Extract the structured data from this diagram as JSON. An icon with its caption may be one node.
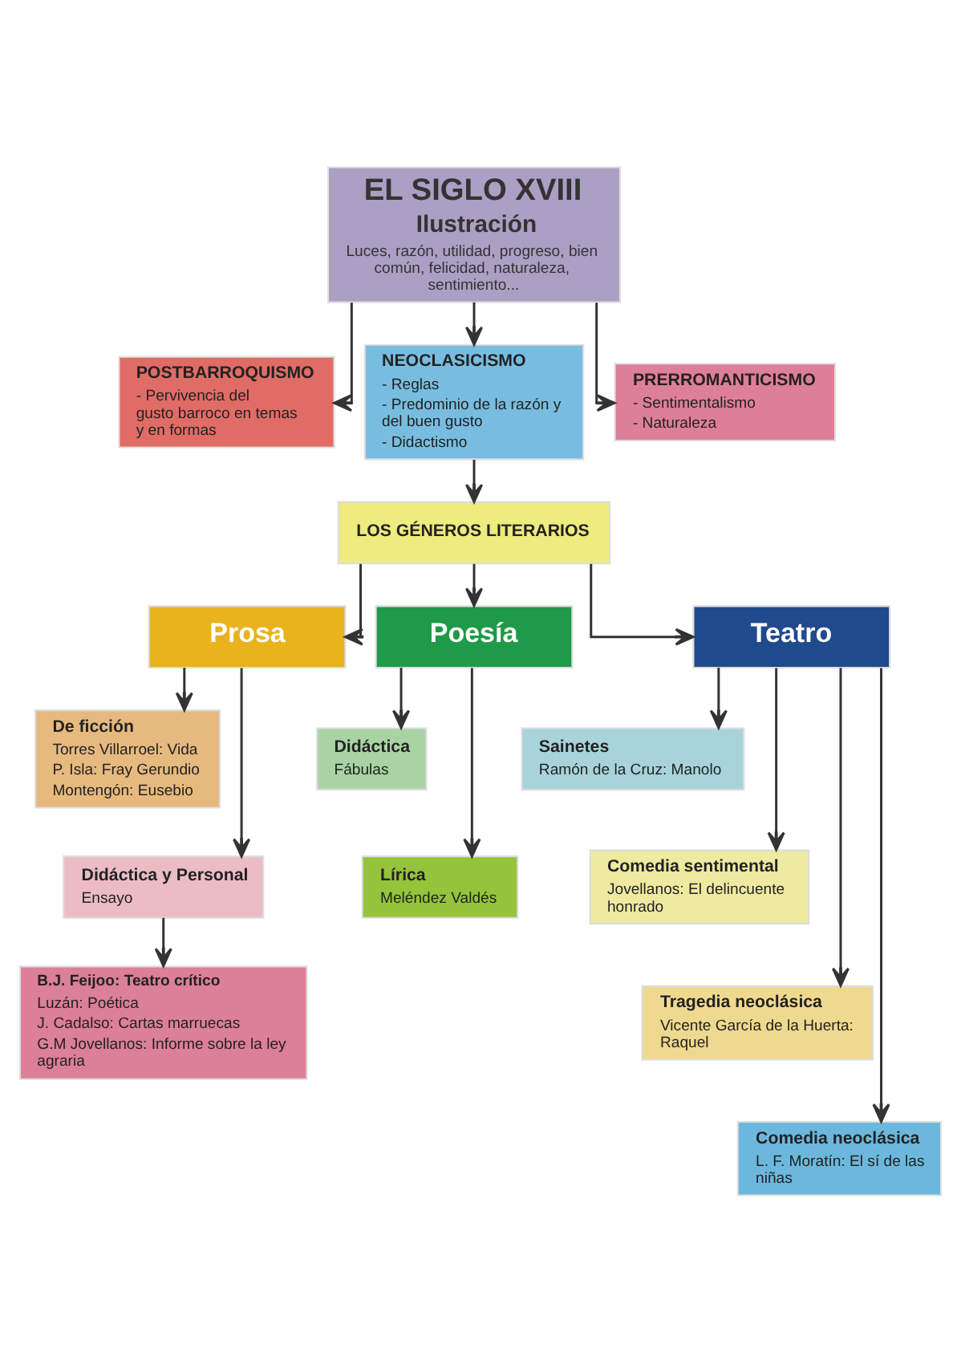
{
  "diagram": {
    "nodes": [
      {
        "text": [
          "EL SIGLO XVIII",
          "Ilustración",
          "Luces, razón, utilidad, progreso, bien común, felicidad, naturaleza, sentimiento..."
        ]
      },
      {
        "text": [
          "POSTBARROQUISMO",
          "- Pervivencia del gusto barroco en temas y en formas"
        ]
      },
      {
        "text": [
          "NEOCLASICISMO",
          "- Reglas",
          "- Predominio de la razón y del buen gusto",
          "- Didactismo"
        ]
      },
      {
        "text": [
          "PRERROMANTICISMO",
          "- Sentimentalismo",
          "- Naturaleza"
        ]
      },
      {
        "text": [
          "LOS GÉNEROS LITERARIOS"
        ]
      },
      {
        "text": [
          "Prosa"
        ]
      },
      {
        "text": [
          "Poesía"
        ]
      },
      {
        "text": [
          "Teatro"
        ]
      },
      {
        "text": [
          "De ficción",
          "Torres Villarroel: Vida",
          "P. Isla: Fray Gerundio",
          "Montengón: Eusebio"
        ]
      },
      {
        "text": [
          "Didáctica y Personal",
          "Ensayo"
        ]
      },
      {
        "text": [
          "B.J. Feijoo: Teatro crítico",
          "Luzán: Poética",
          "J. Cadalso: Cartas marruecas",
          "G.M Jovellanos: Informe sobre la ley agraria"
        ]
      },
      {
        "text": [
          "Didáctica",
          "Fábulas"
        ]
      },
      {
        "text": [
          "Lírica",
          "Meléndez Valdés"
        ]
      },
      {
        "text": [
          "Sainetes",
          "Ramón de la Cruz: Manolo"
        ]
      },
      {
        "text": [
          "Comedia sentimental",
          "Jovellanos: El delincuente honrado"
        ]
      },
      {
        "text": [
          "Tragedia neoclásica",
          "Vicente García de la Huerta: Raquel"
        ]
      },
      {
        "text": [
          "Comedia neoclásica",
          "L. F. Moratín: El sí de las niñas"
        ]
      }
    ],
    "edges": [
      {
        "from": 0,
        "to": 1,
        "arrow": "to"
      },
      {
        "from": 0,
        "to": 2,
        "arrow": "to"
      },
      {
        "from": 0,
        "to": 3,
        "arrow": "to"
      },
      {
        "from": 2,
        "to": 4,
        "arrow": "to"
      },
      {
        "from": 4,
        "to": 5,
        "arrow": "to"
      },
      {
        "from": 4,
        "to": 6,
        "arrow": "to"
      },
      {
        "from": 4,
        "to": 7,
        "arrow": "to"
      },
      {
        "from": 5,
        "to": 8,
        "arrow": "to"
      },
      {
        "from": 5,
        "to": 9,
        "arrow": "to"
      },
      {
        "from": 9,
        "to": 10,
        "arrow": "to"
      },
      {
        "from": 6,
        "to": 11,
        "arrow": "to"
      },
      {
        "from": 6,
        "to": 12,
        "arrow": "to"
      },
      {
        "from": 7,
        "to": 13,
        "arrow": "to"
      },
      {
        "from": 7,
        "to": 14,
        "arrow": "to"
      },
      {
        "from": 7,
        "to": 15,
        "arrow": "to"
      },
      {
        "from": 7,
        "to": 16,
        "arrow": "to"
      }
    ]
  }
}
